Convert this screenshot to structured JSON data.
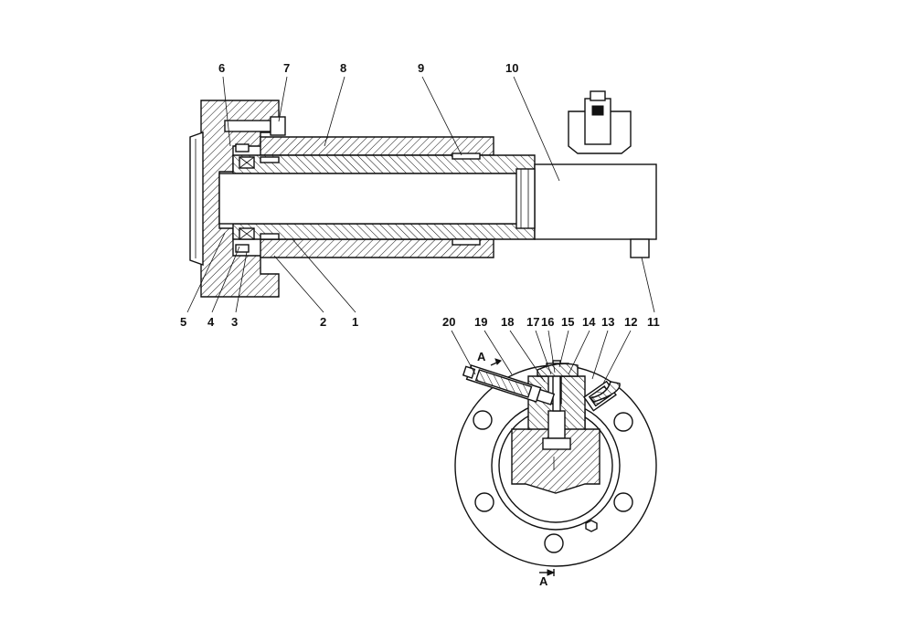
{
  "callouts": {
    "c1": "1",
    "c2": "2",
    "c3": "3",
    "c4": "4",
    "c5": "5",
    "c6": "6",
    "c7": "7",
    "c8": "8",
    "c9": "9",
    "c10": "10",
    "c11": "11",
    "c12": "12",
    "c13": "13",
    "c14": "14",
    "c15": "15",
    "c16": "16",
    "c17": "17",
    "c18": "18",
    "c19": "19",
    "c20": "20"
  },
  "section_marks": {
    "top": "A",
    "bottom": "A"
  },
  "colors": {
    "line": "#111111",
    "background": "#ffffff"
  }
}
